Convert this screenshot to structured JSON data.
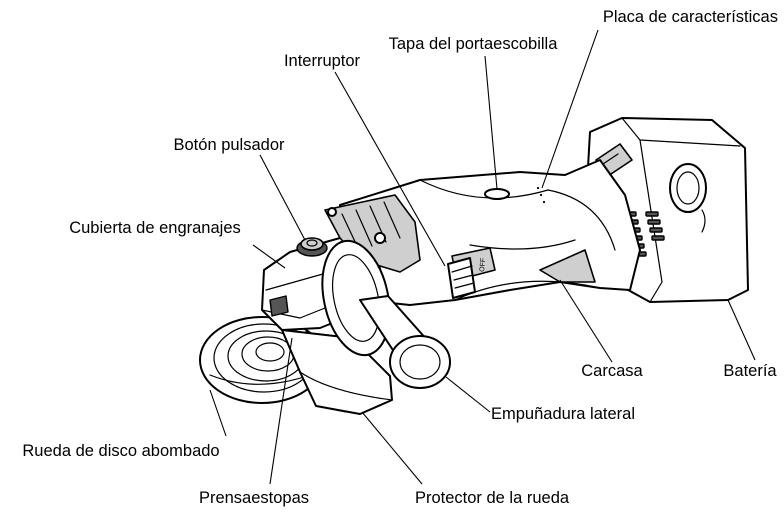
{
  "labels": {
    "placa": "Placa de características",
    "tapa": "Tapa del portaescobilla",
    "interruptor": "Interruptor",
    "boton": "Botón pulsador",
    "cubierta": "Cubierta de engranajes",
    "carcasa": "Carcasa",
    "bateria": "Batería",
    "empunadura": "Empuñadura lateral",
    "rueda": "Rueda de disco abombado",
    "prensa": "Prensaestopas",
    "protector": "Protector de la rueda"
  },
  "switch_text": "OFF",
  "colors": {
    "outline": "#000000",
    "shade": "#cfcfcf",
    "dark": "#555555",
    "background": "#ffffff"
  }
}
